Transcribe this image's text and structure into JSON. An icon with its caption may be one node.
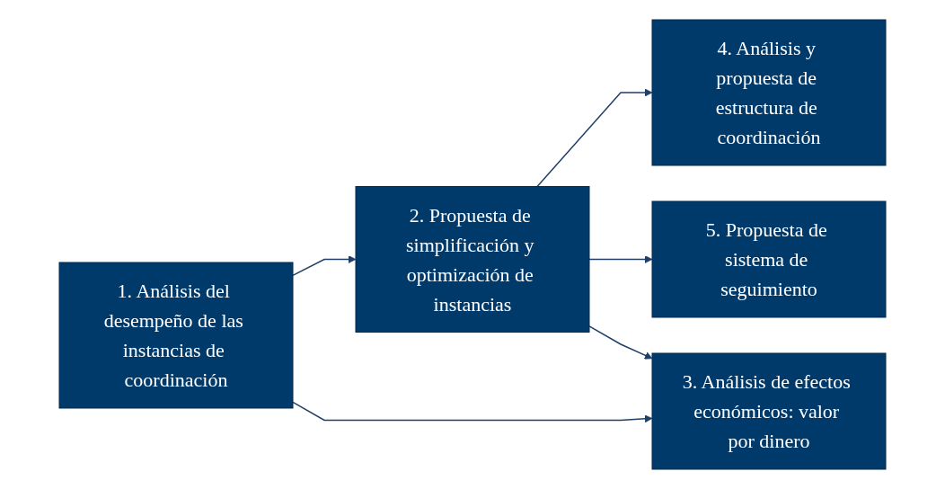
{
  "diagram": {
    "nodes": [
      {
        "text": [
          "1. Análisis del desempeño de las instancias de coordinación"
        ]
      },
      {
        "text": [
          "2. Propuesta de simplificación y optimización de instancias"
        ]
      },
      {
        "text": [
          "3. Análisis de efectos económicos: valor por dinero"
        ]
      },
      {
        "text": [
          "4. Análisis y propuesta de estructura de coordinación"
        ]
      },
      {
        "text": [
          "5. Propuesta de sistema de seguimiento"
        ]
      }
    ],
    "edges": [
      {
        "from": 0,
        "to": 1,
        "arrow": "to"
      },
      {
        "from": 0,
        "to": 2,
        "arrow": "to"
      },
      {
        "from": 1,
        "to": 3,
        "arrow": "to"
      },
      {
        "from": 1,
        "to": 4,
        "arrow": "to"
      },
      {
        "from": 1,
        "to": 2,
        "arrow": "to"
      }
    ]
  }
}
